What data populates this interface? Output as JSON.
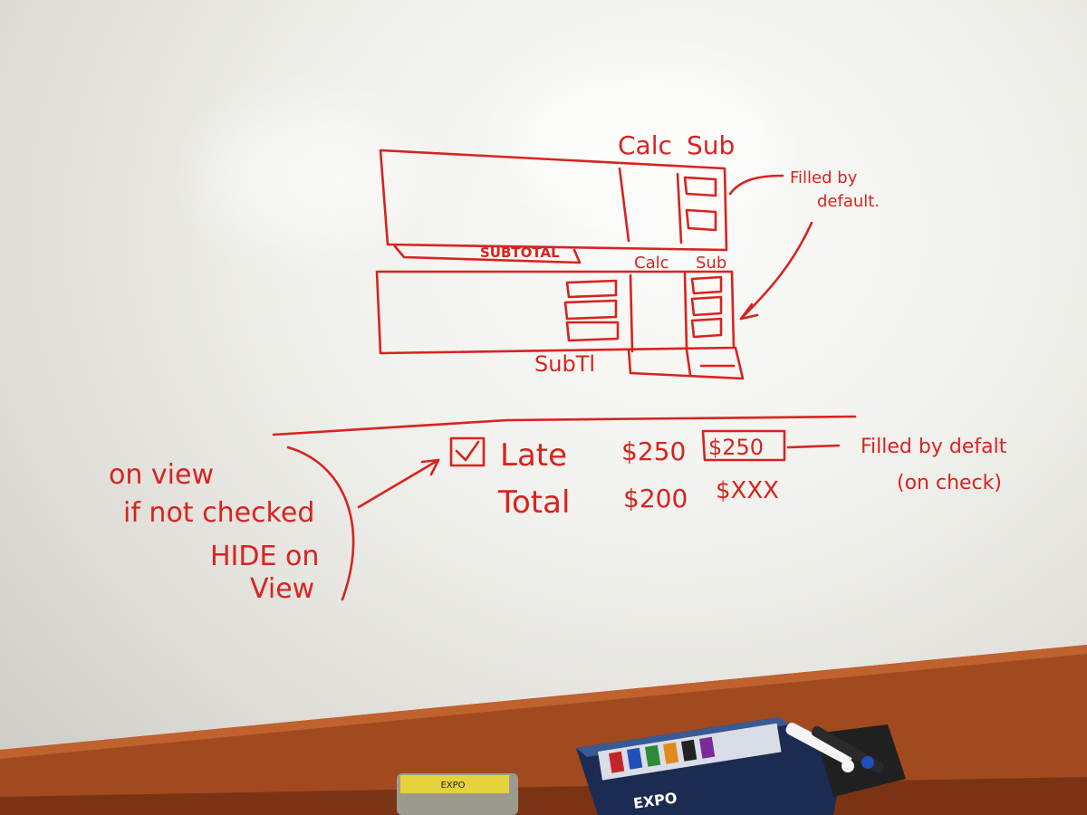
{
  "ink_color": "#d8231f",
  "wood_color": "#a24a1f",
  "sketch1": {
    "calc": "Calc",
    "sub": "Sub",
    "subtotal": "SUBTOTAL"
  },
  "note_default": {
    "line1": "Filled by",
    "line2": "default."
  },
  "sketch2": {
    "calc": "Calc",
    "sub": "Sub",
    "subtotal": "SubTl"
  },
  "form": {
    "late_label": "Late",
    "late_amount": "$250",
    "late_sub": "$250",
    "total_label": "Total",
    "total_amount": "$200",
    "total_sub": "$XXX"
  },
  "note_check": {
    "line1": "Filled by defalt",
    "line2": "(on check)"
  },
  "note_view": {
    "line1": "on view",
    "line2": "if not checked",
    "line3": "HIDE on",
    "line4": "View"
  },
  "tray": {
    "eraser_brand": "EXPO",
    "marker_brand": "EXPO"
  }
}
